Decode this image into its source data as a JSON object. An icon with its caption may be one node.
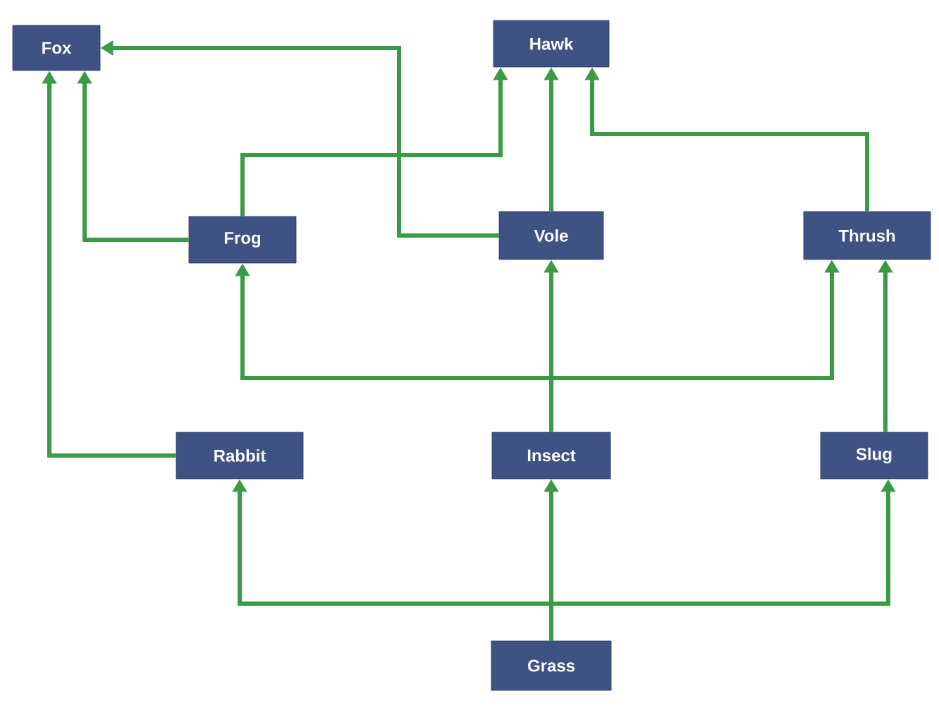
{
  "diagram": {
    "nodes": [
      {
        "text": [
          "Fox"
        ]
      },
      {
        "text": [
          "Hawk"
        ]
      },
      {
        "text": [
          "Frog"
        ]
      },
      {
        "text": [
          "Vole"
        ]
      },
      {
        "text": [
          "Thrush"
        ]
      },
      {
        "text": [
          "Rabbit"
        ]
      },
      {
        "text": [
          "Insect"
        ]
      },
      {
        "text": [
          "Slug"
        ]
      },
      {
        "text": [
          "Grass"
        ]
      }
    ],
    "edges": [
      {
        "from": 5,
        "to": 0,
        "arrow": "to"
      },
      {
        "from": 2,
        "to": 0,
        "arrow": "to"
      },
      {
        "from": 3,
        "to": 0,
        "arrow": "to"
      },
      {
        "from": 2,
        "to": 1,
        "arrow": "to"
      },
      {
        "from": 3,
        "to": 1,
        "arrow": "to"
      },
      {
        "from": 4,
        "to": 1,
        "arrow": "to"
      },
      {
        "from": 6,
        "to": 3,
        "arrow": "to"
      },
      {
        "from": 6,
        "to": 2,
        "arrow": "to"
      },
      {
        "from": 6,
        "to": 4,
        "arrow": "to"
      },
      {
        "from": 7,
        "to": 4,
        "arrow": "to"
      },
      {
        "from": 8,
        "to": 6,
        "arrow": "to"
      },
      {
        "from": 8,
        "to": 5,
        "arrow": "to"
      },
      {
        "from": 8,
        "to": 7,
        "arrow": "to"
      }
    ]
  }
}
